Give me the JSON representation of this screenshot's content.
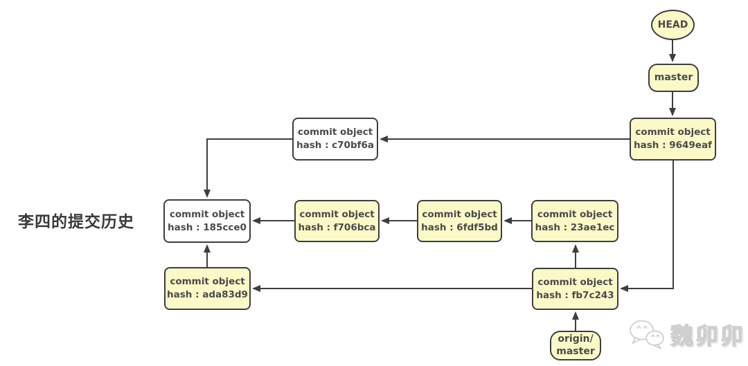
{
  "title_label": "李四的提交历史",
  "refs": {
    "head": "HEAD",
    "master": "master",
    "origin_master_line1": "origin/",
    "origin_master_line2": "master"
  },
  "commits": {
    "9649eaf": {
      "title": "commit object",
      "hash": "hash : 9649eaf",
      "fill": "yellow"
    },
    "c70bf6a": {
      "title": "commit object",
      "hash": "hash : c70bf6a",
      "fill": "white"
    },
    "185cce0": {
      "title": "commit object",
      "hash": "hash : 185cce0",
      "fill": "white"
    },
    "f706bca": {
      "title": "commit object",
      "hash": "hash : f706bca",
      "fill": "yellow"
    },
    "6fdf5bd": {
      "title": "commit object",
      "hash": "hash : 6fdf5bd",
      "fill": "yellow"
    },
    "23ae1ec": {
      "title": "commit object",
      "hash": "hash : 23ae1ec",
      "fill": "yellow"
    },
    "ada83d9": {
      "title": "commit object",
      "hash": "hash : ada83d9",
      "fill": "yellow"
    },
    "fb7c243": {
      "title": "commit object",
      "hash": "hash : fb7c243",
      "fill": "yellow"
    }
  },
  "watermark": {
    "icon": "wechat-icon",
    "text": "魏卯卯"
  },
  "colors": {
    "node_fill_yellow": "#fbf9c8",
    "node_fill_white": "#ffffff",
    "node_stroke": "#3e3e3e",
    "node_text": "#4a4a4a",
    "title_text": "#3a3a3a",
    "watermark_gray": "#cfcfcf",
    "background": "#ffffff"
  }
}
